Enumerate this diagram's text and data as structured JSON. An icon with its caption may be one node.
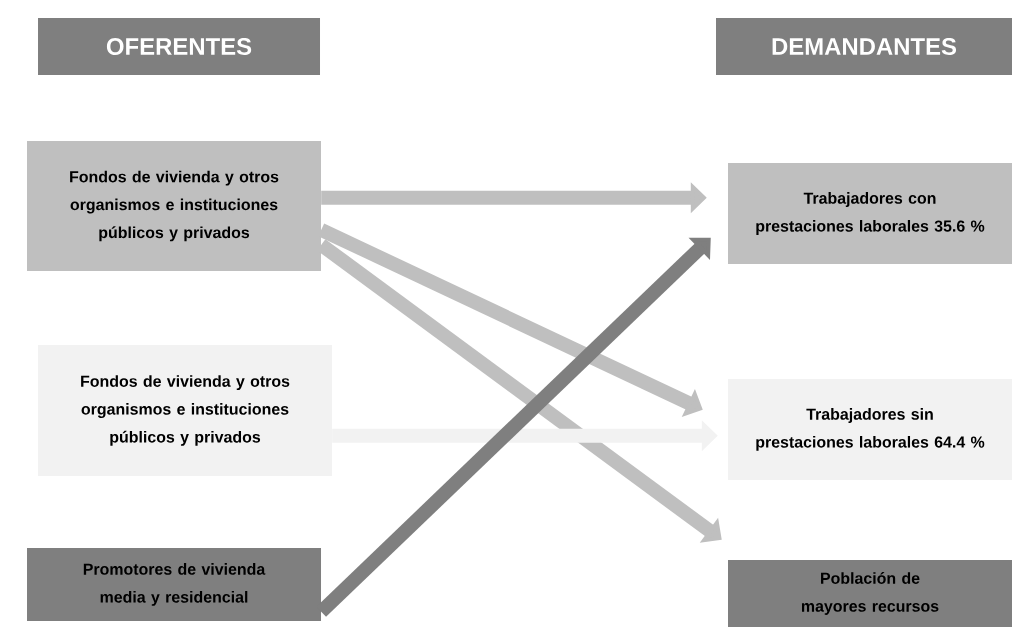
{
  "diagram": {
    "nodes": [
      {
        "text": [
          "OFERENTES"
        ]
      },
      {
        "text": [
          "DEMANDANTES"
        ]
      },
      {
        "text": [
          "Fondos de vivienda y otros organismos e instituciones públicos y privados"
        ]
      },
      {
        "text": [
          "Fondos de vivienda y otros organismos e instituciones públicos y privados"
        ]
      },
      {
        "text": [
          "Promotores de vivienda media y residencial"
        ]
      },
      {
        "text": [
          "Trabajadores con prestaciones laborales 35.6 %"
        ]
      },
      {
        "text": [
          "Trabajadores sin prestaciones laborales 64.4 %"
        ]
      },
      {
        "text": [
          "Población de mayores recursos"
        ]
      }
    ],
    "edges": [
      {
        "from": 2,
        "to": 5,
        "arrow": "to"
      },
      {
        "from": 2,
        "to": 6,
        "arrow": "to"
      },
      {
        "from": 2,
        "to": 7,
        "arrow": "to"
      },
      {
        "from": 3,
        "to": 6,
        "arrow": "to",
        "color": "#f2f2f2"
      },
      {
        "from": 4,
        "to": 5,
        "arrow": "to",
        "color": "#7f7f7f"
      }
    ]
  }
}
